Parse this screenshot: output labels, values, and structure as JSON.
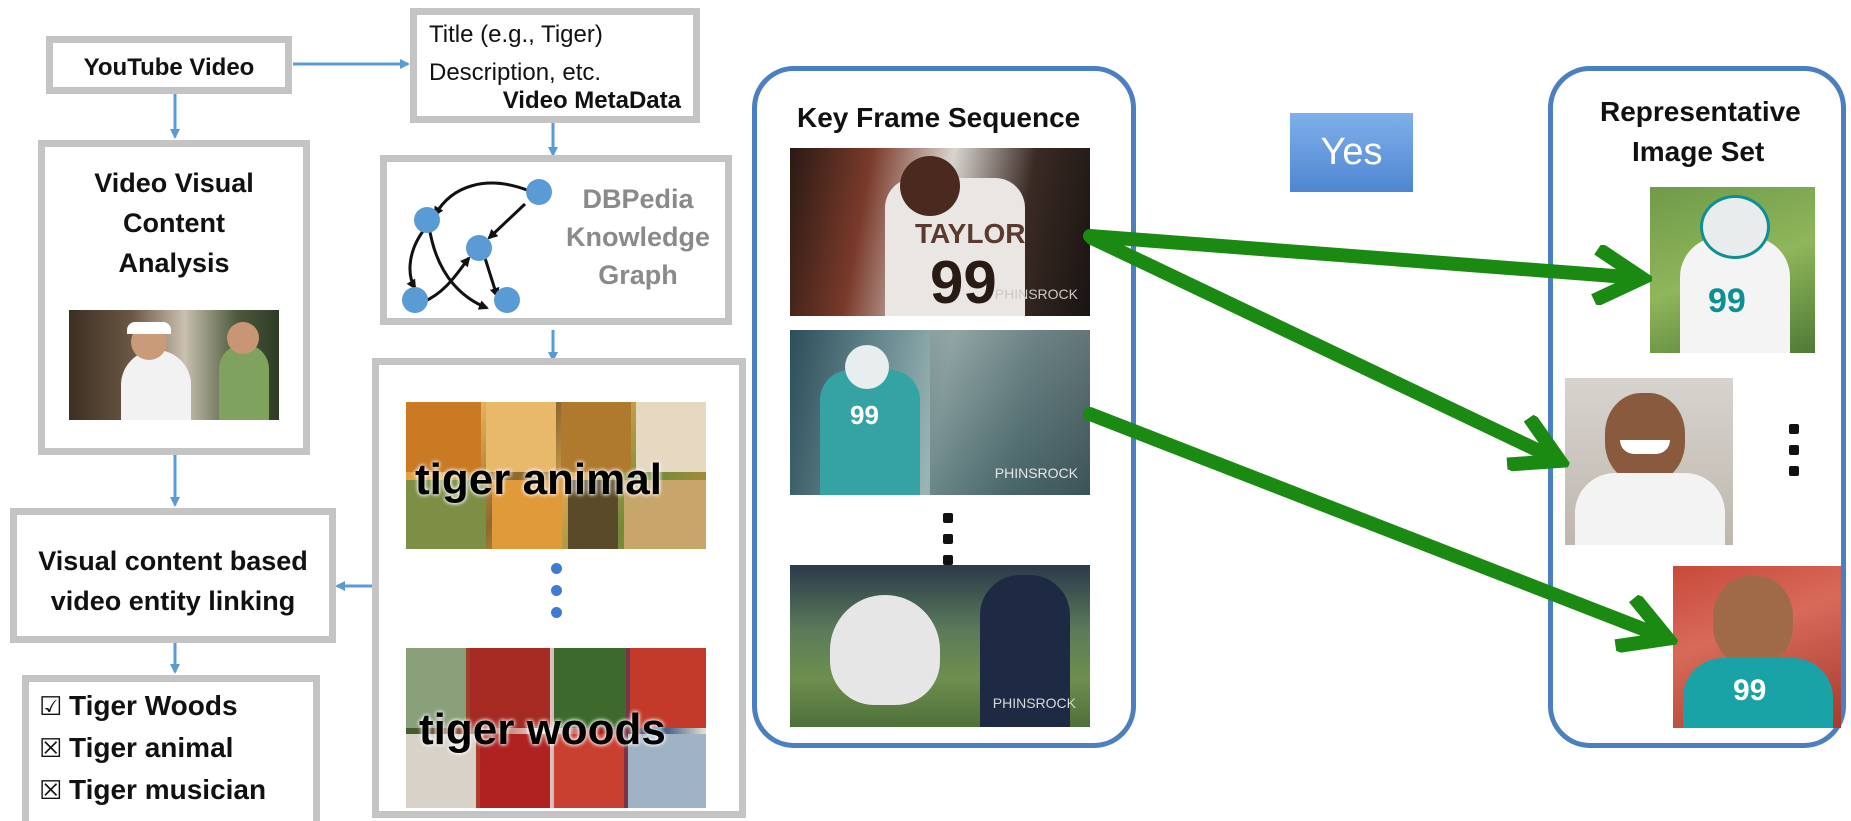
{
  "left_flow": {
    "youtube_video": "YouTube Video",
    "metadata_line1": "Title (e.g., Tiger)",
    "metadata_line2": "Description, etc.",
    "metadata_title": "Video MetaData",
    "visual_analysis_title": "Video Visual Content Analysis",
    "dbpedia_label": "DBPedia Knowledge Graph",
    "tiger_animal_label": "tiger animal",
    "tiger_woods_label": "tiger woods",
    "entity_linking_label": "Visual content based video entity linking",
    "candidates": [
      {
        "mark": "☑",
        "label": "Tiger Woods"
      },
      {
        "mark": "☒",
        "label": "Tiger animal"
      },
      {
        "mark": "☒",
        "label": "Tiger musician"
      }
    ]
  },
  "right_panel": {
    "key_frame_title": "Key Frame Sequence",
    "yes_button": "Yes",
    "representative_title_line1": "Representative",
    "representative_title_line2": "Image Set",
    "watermark": "PHINSROCK"
  },
  "colors": {
    "box_border": "#c4c4c4",
    "arrow_blue": "#5b9bd5",
    "panel_blue": "#4a7fc1",
    "green_arrow": "#1a8a12",
    "yes_fill": "#5b8fd6"
  }
}
